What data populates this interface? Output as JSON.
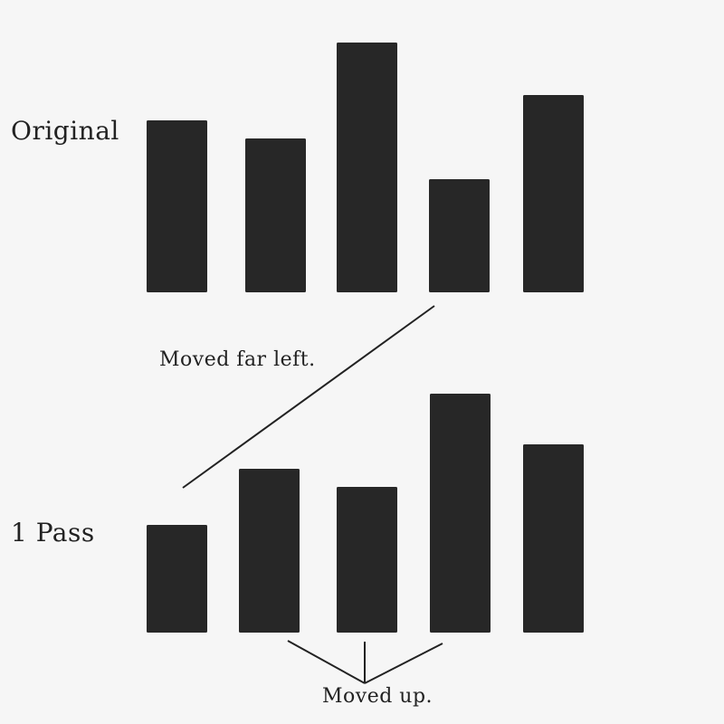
{
  "rows": [
    {
      "label": "Original",
      "values": [
        190,
        170,
        276,
        125,
        218
      ]
    },
    {
      "label": "1 Pass",
      "values": [
        119,
        181,
        161,
        264,
        208
      ]
    }
  ],
  "annotations": {
    "far_left": "Moved far left.",
    "up": "Moved up."
  },
  "colors": {
    "bar": "#272727",
    "line": "#222222",
    "background": "#f6f6f6"
  }
}
